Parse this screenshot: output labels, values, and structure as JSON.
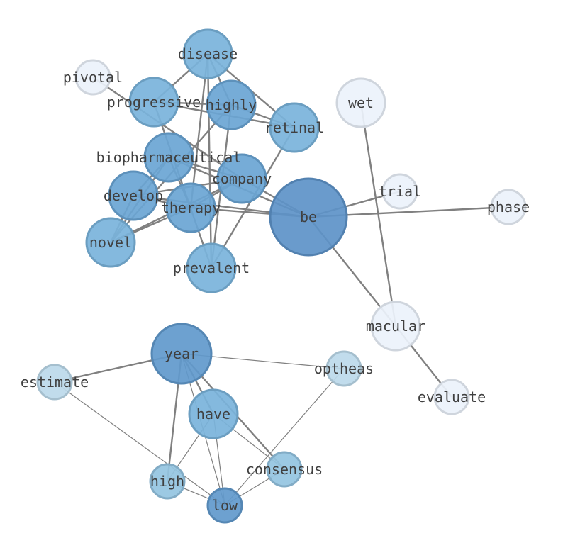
{
  "colors": {
    "edge": "#808080",
    "label": "#404040",
    "background": "#ffffff"
  },
  "nodes": [
    {
      "id": "disease",
      "label": "disease",
      "weight": 2,
      "color": "#7ab3db"
    },
    {
      "id": "pivotal",
      "label": "pivotal",
      "weight": 0,
      "color": "#ebf2fb"
    },
    {
      "id": "progressive",
      "label": "progressive",
      "weight": 2,
      "color": "#7ab3db"
    },
    {
      "id": "highly",
      "label": "highly",
      "weight": 2,
      "color": "#6aa5d4"
    },
    {
      "id": "retinal",
      "label": "retinal",
      "weight": 2,
      "color": "#7ab3db"
    },
    {
      "id": "wet",
      "label": "wet",
      "weight": 0,
      "color": "#ebf2fb"
    },
    {
      "id": "biopharmaceutical",
      "label": "biopharmaceutical",
      "weight": 2,
      "color": "#6aa5d4"
    },
    {
      "id": "company",
      "label": "company",
      "weight": 2,
      "color": "#6aa5d4"
    },
    {
      "id": "trial",
      "label": "trial",
      "weight": 0,
      "color": "#ebf2fb"
    },
    {
      "id": "develop",
      "label": "develop",
      "weight": 2,
      "color": "#6aa5d4"
    },
    {
      "id": "therapy",
      "label": "therapy",
      "weight": 2,
      "color": "#6aa5d4"
    },
    {
      "id": "be",
      "label": "be",
      "weight": 3,
      "color": "#5d93c8"
    },
    {
      "id": "phase",
      "label": "phase",
      "weight": 0,
      "color": "#ebf2fb"
    },
    {
      "id": "novel",
      "label": "novel",
      "weight": 2,
      "color": "#7ab3db"
    },
    {
      "id": "prevalent",
      "label": "prevalent",
      "weight": 2,
      "color": "#7ab3db"
    },
    {
      "id": "macular",
      "label": "macular",
      "weight": 0,
      "color": "#ebf2fb"
    },
    {
      "id": "year",
      "label": "year",
      "weight": 3,
      "color": "#6199cc"
    },
    {
      "id": "estimate",
      "label": "estimate",
      "weight": 1,
      "color": "#bcd9ea"
    },
    {
      "id": "optheas",
      "label": "optheas",
      "weight": 1,
      "color": "#bcd9ea"
    },
    {
      "id": "evaluate",
      "label": "evaluate",
      "weight": 0,
      "color": "#ebf2fb"
    },
    {
      "id": "have",
      "label": "have",
      "weight": 2,
      "color": "#7ab3db"
    },
    {
      "id": "consensus",
      "label": "consensus",
      "weight": 1,
      "color": "#94c4e1"
    },
    {
      "id": "high",
      "label": "high",
      "weight": 1,
      "color": "#94c4e1"
    },
    {
      "id": "low",
      "label": "low",
      "weight": 2,
      "color": "#6199cc"
    }
  ],
  "edges": [
    {
      "source": "disease",
      "target": "progressive",
      "weight": 2
    },
    {
      "source": "disease",
      "target": "highly",
      "weight": 2
    },
    {
      "source": "disease",
      "target": "retinal",
      "weight": 2
    },
    {
      "source": "disease",
      "target": "therapy",
      "weight": 2
    },
    {
      "source": "disease",
      "target": "prevalent",
      "weight": 2
    },
    {
      "source": "pivotal",
      "target": "company",
      "weight": 2
    },
    {
      "source": "progressive",
      "target": "highly",
      "weight": 2
    },
    {
      "source": "progressive",
      "target": "retinal",
      "weight": 2
    },
    {
      "source": "progressive",
      "target": "prevalent",
      "weight": 2
    },
    {
      "source": "highly",
      "target": "retinal",
      "weight": 2
    },
    {
      "source": "highly",
      "target": "prevalent",
      "weight": 2
    },
    {
      "source": "highly",
      "target": "novel",
      "weight": 2
    },
    {
      "source": "retinal",
      "target": "prevalent",
      "weight": 2
    },
    {
      "source": "wet",
      "target": "macular",
      "weight": 2
    },
    {
      "source": "biopharmaceutical",
      "target": "company",
      "weight": 2
    },
    {
      "source": "biopharmaceutical",
      "target": "be",
      "weight": 2
    },
    {
      "source": "biopharmaceutical",
      "target": "develop",
      "weight": 2
    },
    {
      "source": "biopharmaceutical",
      "target": "therapy",
      "weight": 2
    },
    {
      "source": "biopharmaceutical",
      "target": "novel",
      "weight": 2
    },
    {
      "source": "company",
      "target": "be",
      "weight": 2
    },
    {
      "source": "company",
      "target": "develop",
      "weight": 2
    },
    {
      "source": "company",
      "target": "therapy",
      "weight": 2
    },
    {
      "source": "company",
      "target": "novel",
      "weight": 2
    },
    {
      "source": "trial",
      "target": "be",
      "weight": 2
    },
    {
      "source": "develop",
      "target": "be",
      "weight": 2
    },
    {
      "source": "develop",
      "target": "therapy",
      "weight": 2
    },
    {
      "source": "develop",
      "target": "novel",
      "weight": 2
    },
    {
      "source": "therapy",
      "target": "be",
      "weight": 2
    },
    {
      "source": "therapy",
      "target": "novel",
      "weight": 2
    },
    {
      "source": "be",
      "target": "phase",
      "weight": 2
    },
    {
      "source": "be",
      "target": "macular",
      "weight": 2
    },
    {
      "source": "macular",
      "target": "evaluate",
      "weight": 2
    },
    {
      "source": "year",
      "target": "estimate",
      "weight": 2
    },
    {
      "source": "year",
      "target": "optheas",
      "weight": 1
    },
    {
      "source": "year",
      "target": "have",
      "weight": 2
    },
    {
      "source": "year",
      "target": "consensus",
      "weight": 2
    },
    {
      "source": "year",
      "target": "high",
      "weight": 2
    },
    {
      "source": "year",
      "target": "low",
      "weight": 1
    },
    {
      "source": "estimate",
      "target": "low",
      "weight": 1
    },
    {
      "source": "optheas",
      "target": "low",
      "weight": 1
    },
    {
      "source": "have",
      "target": "consensus",
      "weight": 1
    },
    {
      "source": "have",
      "target": "high",
      "weight": 1
    },
    {
      "source": "have",
      "target": "low",
      "weight": 1
    },
    {
      "source": "consensus",
      "target": "low",
      "weight": 1
    },
    {
      "source": "high",
      "target": "low",
      "weight": 1
    }
  ]
}
